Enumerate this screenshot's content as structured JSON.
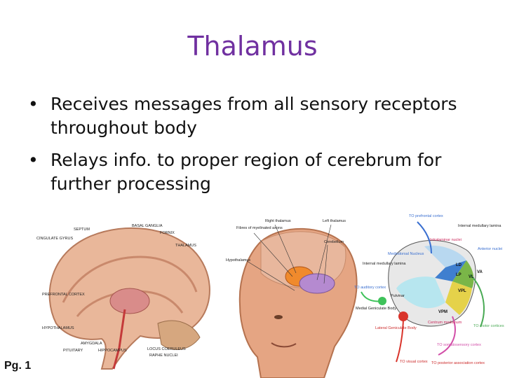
{
  "slide": {
    "title": "Thalamus",
    "bullets": [
      "Receives messages from all sensory receptors throughout body",
      "Relays info. to proper region of cerebrum for further processing"
    ],
    "page_label": "Pg. 1"
  },
  "figure_sagittal": {
    "labels": [
      "SEPTUM",
      "BASAL GANGLIA",
      "FORNIX",
      "CINGULATE GYRUS",
      "THALAMUS",
      "PREFRONTAL CORTEX",
      "HYPOTHALAMUS",
      "AMYGDALA",
      "PITUITARY",
      "HIPPOCAMPUS",
      "LOCUS COERULEUS",
      "RAPHE NUCLEI"
    ]
  },
  "figure_head": {
    "labels": [
      "Fibres of myelinated axons",
      "Right thalamus",
      "Left thalamus",
      "Cerebellum",
      "Hypothalamus"
    ]
  },
  "figure_nuclei": {
    "labels": [
      "TO prefrontal cortex",
      "Internal medullary lamina",
      "Intralaminar nuclei",
      "Anterior nuclei",
      "Mediodorsal Nucleus",
      "Internal medullary lamina",
      "TO auditory cortex",
      "Pulvinar",
      "Medial Geniculate Body",
      "Lateral Geniculate Body",
      "TO visual cortex",
      "TO somatosensory cortex",
      "TO posterior association cortex",
      "Centrum medianum",
      "TO motor cortices"
    ],
    "nuclei": [
      "LD",
      "LP",
      "VL",
      "VA",
      "VPL",
      "VPM"
    ]
  }
}
